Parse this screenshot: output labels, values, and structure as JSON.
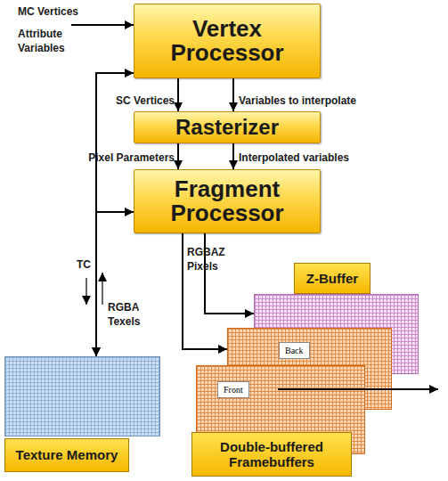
{
  "diagram": {
    "nodes": [
      {
        "text": [
          "Vertex Processor"
        ]
      },
      {
        "text": [
          "Rasterizer"
        ]
      },
      {
        "text": [
          "Fragment Processor"
        ]
      },
      {
        "text": [
          "Texture Memory"
        ]
      },
      {
        "text": [
          "Z-Buffer"
        ]
      },
      {
        "text": [
          "Back"
        ]
      },
      {
        "text": [
          "Front"
        ]
      },
      {
        "text": [
          "Double-buffered Framebuffers"
        ]
      }
    ],
    "edges": [
      {
        "from": 0,
        "to": 1,
        "arrow": "to",
        "label": "SC Vertices"
      },
      {
        "from": 0,
        "to": 1,
        "arrow": "to",
        "label": "Variables to interpolate"
      },
      {
        "from": 1,
        "to": 2,
        "arrow": "to",
        "label": "Pixel Parameters"
      },
      {
        "from": 1,
        "to": 2,
        "arrow": "to",
        "label": "Interpolated variables"
      },
      {
        "from": 0,
        "to": 3,
        "arrow": "both"
      },
      {
        "from": 2,
        "to": 3,
        "arrow": "both"
      },
      {
        "from": 2,
        "to": 4,
        "arrow": "to"
      },
      {
        "from": 2,
        "to": 5,
        "arrow": "to"
      }
    ],
    "labels": [
      "MC Vertices",
      "Attribute Variables",
      "TC",
      "RGBA Texels",
      "RGBAZ Pixels"
    ]
  }
}
